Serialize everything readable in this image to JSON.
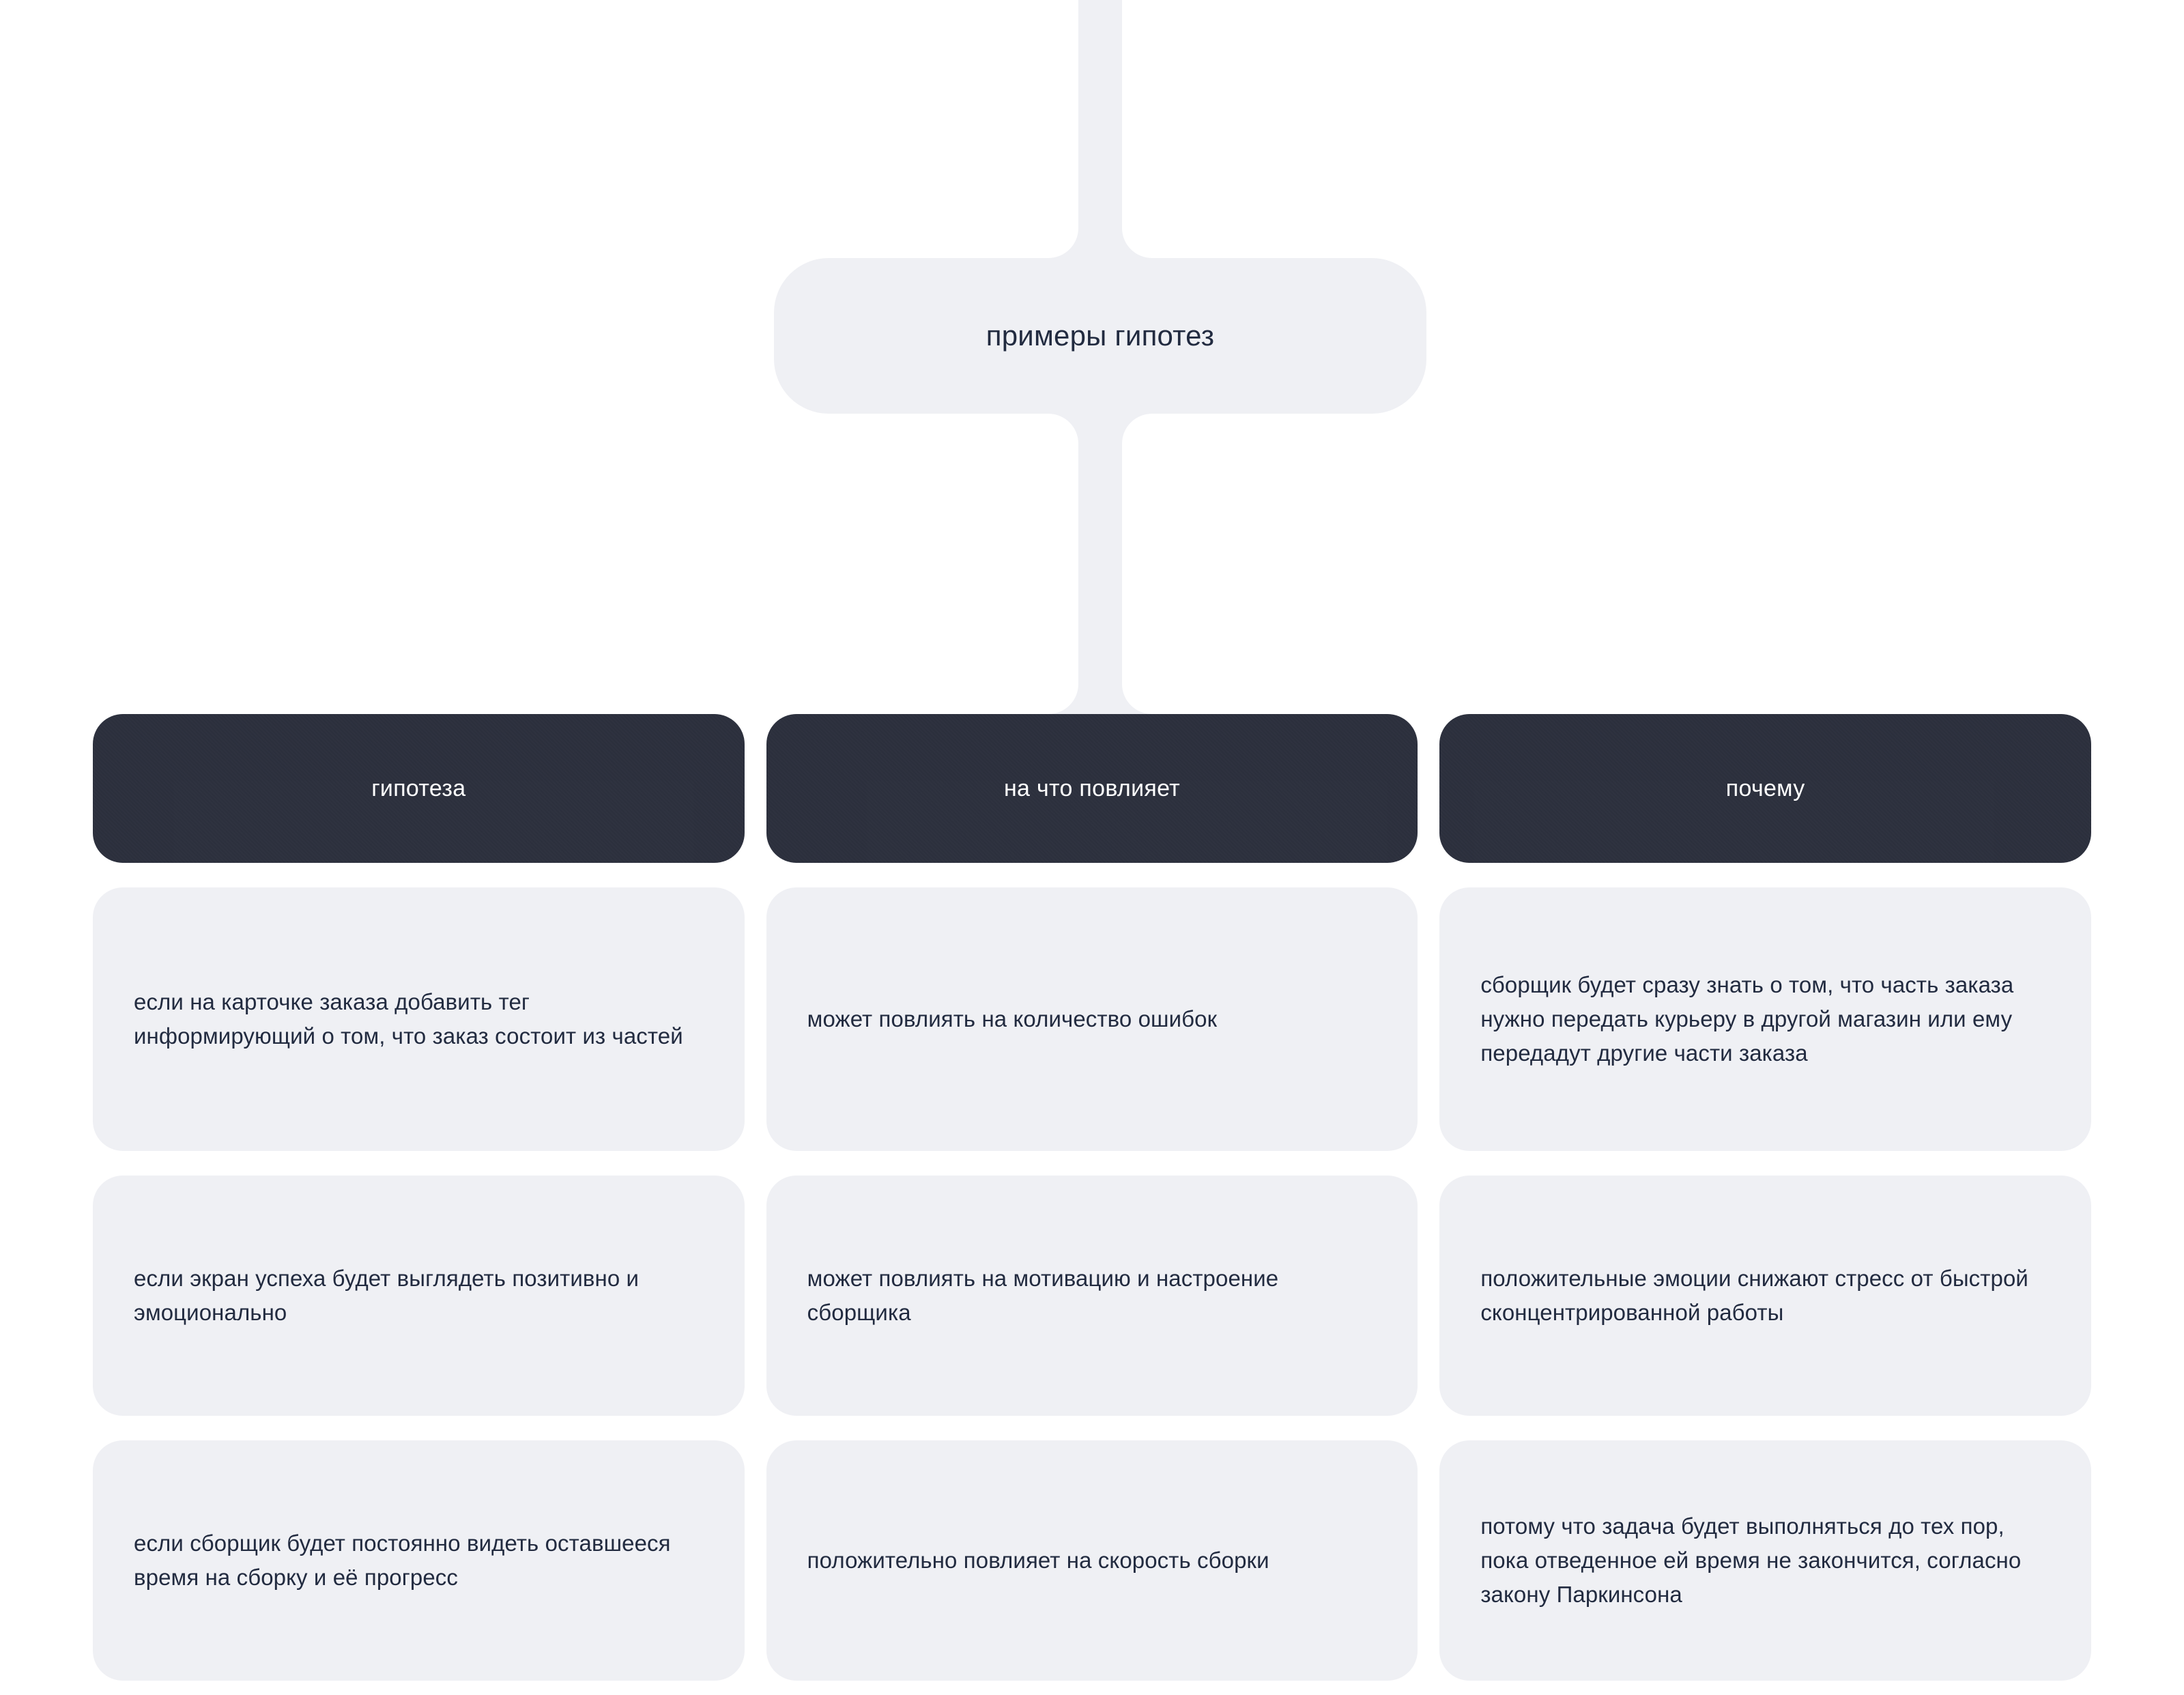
{
  "diagram": {
    "title_card": {
      "label": "примеры гипотез"
    },
    "colors": {
      "background": "#ffffff",
      "card_light": "#eff0f4",
      "card_dark": "#2a2e3c",
      "text_dark": "#222b40",
      "text_light": "#ffffff",
      "connector": "#eff0f4"
    },
    "table": {
      "headers": [
        "гипотеза",
        "на что повлияет",
        "почему"
      ],
      "rows": [
        [
          "если на карточке заказа добавить тег информирующий о том, что заказ состоит из частей",
          "может повлиять на количество ошибок",
          "сборщик будет сразу знать о том, что часть заказа нужно передать курьеру в другой магазин или ему передадут другие части заказа"
        ],
        [
          "если экран успеха будет выглядеть позитивно и эмоционально",
          "может повлиять на мотивацию и настроение сборщика",
          "положительные эмоции снижают стресс от быстрой сконцентрированной работы"
        ],
        [
          "если сборщик будет постоянно видеть оставшееся время на сборку и её прогресс",
          "положительно повлияет на скорость сборки",
          "потому что задача будет выполняться до тех пор, пока отведенное ей время не закончится, согласно закону Паркинсона"
        ]
      ]
    }
  }
}
